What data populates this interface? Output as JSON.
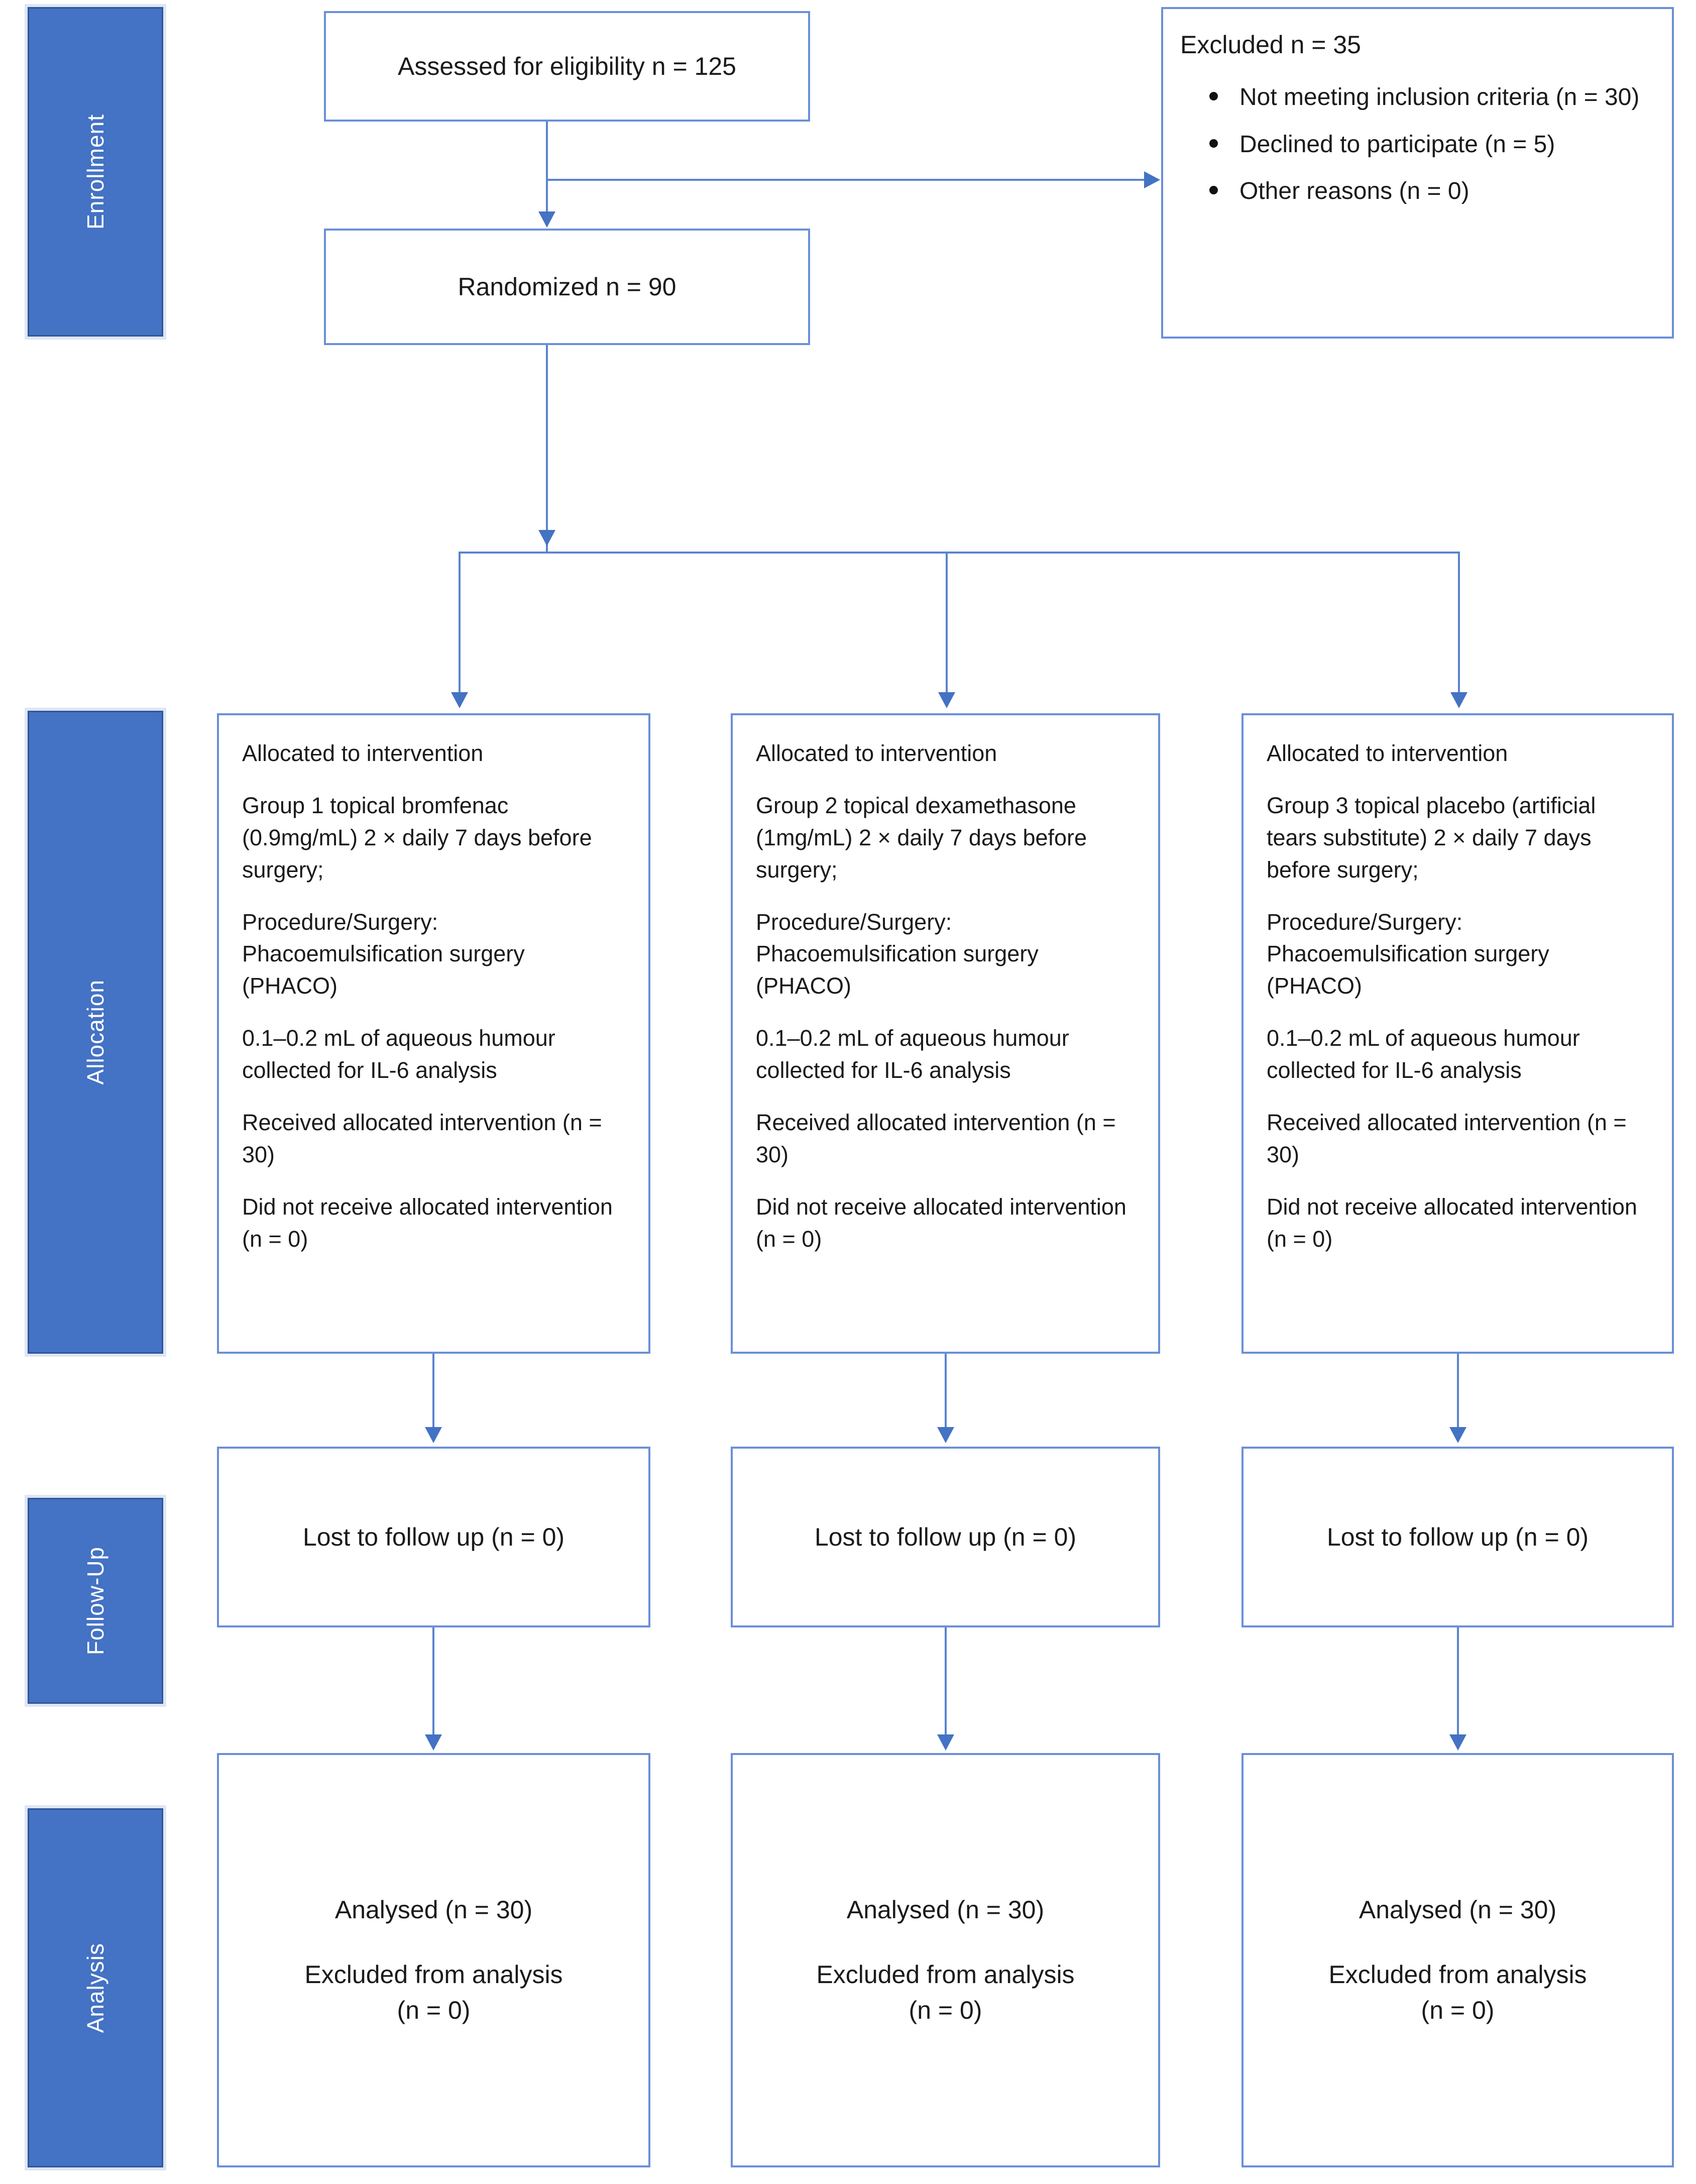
{
  "diagram": {
    "type": "consort-flow-diagram",
    "accent_color": "#4472C4",
    "band_border_color": "#2F5597",
    "box_border_color": "#6A8FD8",
    "connector_color": "#5B83CC"
  },
  "stages": [
    {
      "id": "enrollment",
      "label": "Enrollment"
    },
    {
      "id": "allocation",
      "label": "Allocation"
    },
    {
      "id": "followup",
      "label": "Follow-Up"
    },
    {
      "id": "analysis",
      "label": "Analysis"
    }
  ],
  "enrollment": {
    "assessed": {
      "text": "Assessed for eligibility n = 125"
    },
    "randomized": {
      "text": "Randomized n = 90"
    },
    "excluded": {
      "title": "Excluded n = 35",
      "reasons": [
        "Not meeting inclusion criteria (n = 30)",
        "Declined to participate (n = 5)",
        "Other reasons (n = 0)"
      ]
    }
  },
  "allocation": {
    "arms": [
      {
        "id": "group-1",
        "heading": "Allocated to intervention",
        "treatment": "Group 1 topical bromfenac (0.9mg/mL) 2 × daily 7 days before surgery;",
        "procedure": "Procedure/Surgery: Phacoemulsification surgery (PHACO)",
        "sample": "0.1–0.2 mL of aqueous humour collected for IL-6 analysis",
        "received": "Received allocated intervention (n = 30)",
        "not_received": "Did not receive allocated intervention (n = 0)"
      },
      {
        "id": "group-2",
        "heading": "Allocated to intervention",
        "treatment": "Group 2 topical dexamethasone (1mg/mL) 2 × daily 7 days before surgery;",
        "procedure": "Procedure/Surgery: Phacoemulsification surgery (PHACO)",
        "sample": "0.1–0.2 mL of aqueous humour collected for IL-6 analysis",
        "received": "Received allocated intervention (n = 30)",
        "not_received": "Did not receive allocated intervention (n = 0)"
      },
      {
        "id": "group-3",
        "heading": "Allocated to intervention",
        "treatment": "Group 3 topical placebo (artificial tears substitute) 2 × daily 7 days before surgery;",
        "procedure": "Procedure/Surgery: Phacoemulsification surgery (PHACO)",
        "sample": "0.1–0.2 mL of aqueous humour collected for IL-6 analysis",
        "received": "Received allocated intervention (n = 30)",
        "not_received": "Did not receive allocated intervention (n = 0)"
      }
    ]
  },
  "followup": {
    "arms": [
      {
        "id": "followup-1",
        "text": "Lost to follow up (n = 0)"
      },
      {
        "id": "followup-2",
        "text": "Lost to follow up (n = 0)"
      },
      {
        "id": "followup-3",
        "text": "Lost to follow up (n = 0)"
      }
    ]
  },
  "analysis": {
    "arms": [
      {
        "id": "analysis-1",
        "analysed": "Analysed (n = 30)",
        "excluded_line1": "Excluded from analysis",
        "excluded_line2": "(n = 0)"
      },
      {
        "id": "analysis-2",
        "analysed": "Analysed (n = 30)",
        "excluded_line1": "Excluded from analysis",
        "excluded_line2": "(n = 0)"
      },
      {
        "id": "analysis-3",
        "analysed": "Analysed (n = 30)",
        "excluded_line1": "Excluded from analysis",
        "excluded_line2": "(n = 0)"
      }
    ]
  }
}
